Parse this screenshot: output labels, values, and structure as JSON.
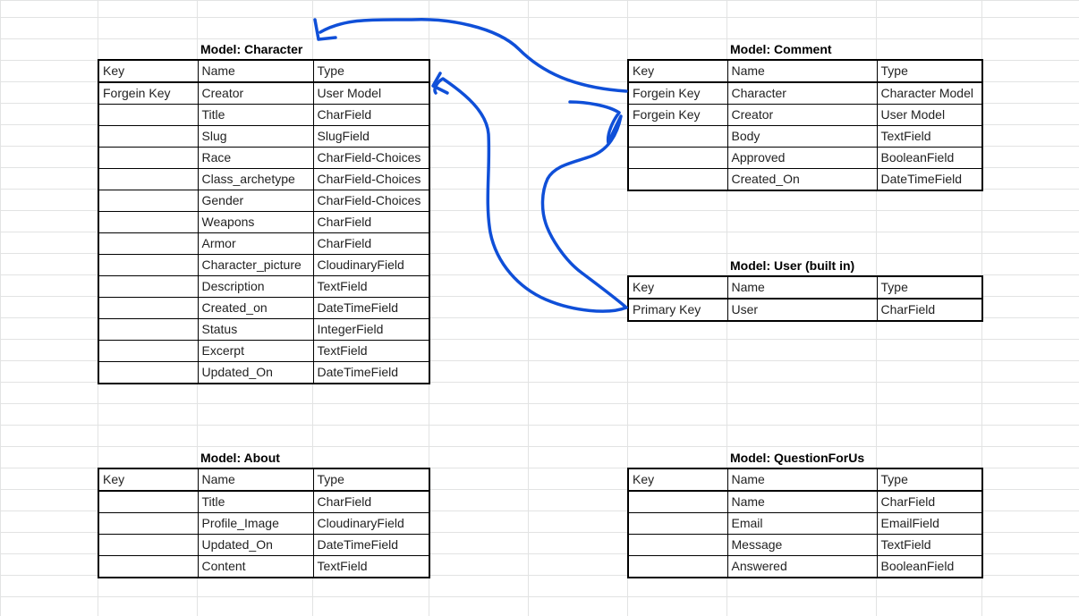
{
  "colors": {
    "arrow": "#0f4fd8",
    "grid": "#e2e3e3",
    "border": "#000000"
  },
  "models": {
    "character": {
      "title": "Model: Character",
      "headers": [
        "Key",
        "Name",
        "Type"
      ],
      "rows": [
        [
          "Forgein Key",
          "Creator",
          "User Model"
        ],
        [
          "",
          "Title",
          "CharField"
        ],
        [
          "",
          "Slug",
          "SlugField"
        ],
        [
          "",
          "Race",
          "CharField-Choices"
        ],
        [
          "",
          "Class_archetype",
          "CharField-Choices"
        ],
        [
          "",
          "Gender",
          "CharField-Choices"
        ],
        [
          "",
          "Weapons",
          "CharField"
        ],
        [
          "",
          "Armor",
          "CharField"
        ],
        [
          "",
          "Character_picture",
          "CloudinaryField"
        ],
        [
          "",
          "Description",
          "TextField"
        ],
        [
          "",
          "Created_on",
          "DateTimeField"
        ],
        [
          "",
          "Status",
          "IntegerField"
        ],
        [
          "",
          "Excerpt",
          "TextField"
        ],
        [
          "",
          "Updated_On",
          "DateTimeField"
        ]
      ]
    },
    "comment": {
      "title": "Model: Comment",
      "headers": [
        "Key",
        "Name",
        "Type"
      ],
      "rows": [
        [
          "Forgein Key",
          "Character",
          "Character Model"
        ],
        [
          "Forgein Key",
          "Creator",
          "User Model"
        ],
        [
          "",
          "Body",
          "TextField"
        ],
        [
          "",
          "Approved",
          "BooleanField"
        ],
        [
          "",
          "Created_On",
          "DateTimeField"
        ]
      ]
    },
    "user": {
      "title": "Model: User (built in)",
      "headers": [
        "Key",
        "Name",
        "Type"
      ],
      "rows": [
        [
          "Primary Key",
          "User",
          "CharField"
        ]
      ]
    },
    "about": {
      "title": "Model: About",
      "headers": [
        "Key",
        "Name",
        "Type"
      ],
      "rows": [
        [
          "",
          "Title",
          "CharField"
        ],
        [
          "",
          "Profile_Image",
          "CloudinaryField"
        ],
        [
          "",
          "Updated_On",
          "DateTimeField"
        ],
        [
          "",
          "Content",
          "TextField"
        ]
      ]
    },
    "question": {
      "title": "Model: QuestionForUs",
      "headers": [
        "Key",
        "Name",
        "Type"
      ],
      "rows": [
        [
          "",
          "Name",
          "CharField"
        ],
        [
          "",
          "Email",
          "EmailField"
        ],
        [
          "",
          "Message",
          "TextField"
        ],
        [
          "",
          "Answered",
          "BooleanField"
        ]
      ]
    }
  }
}
